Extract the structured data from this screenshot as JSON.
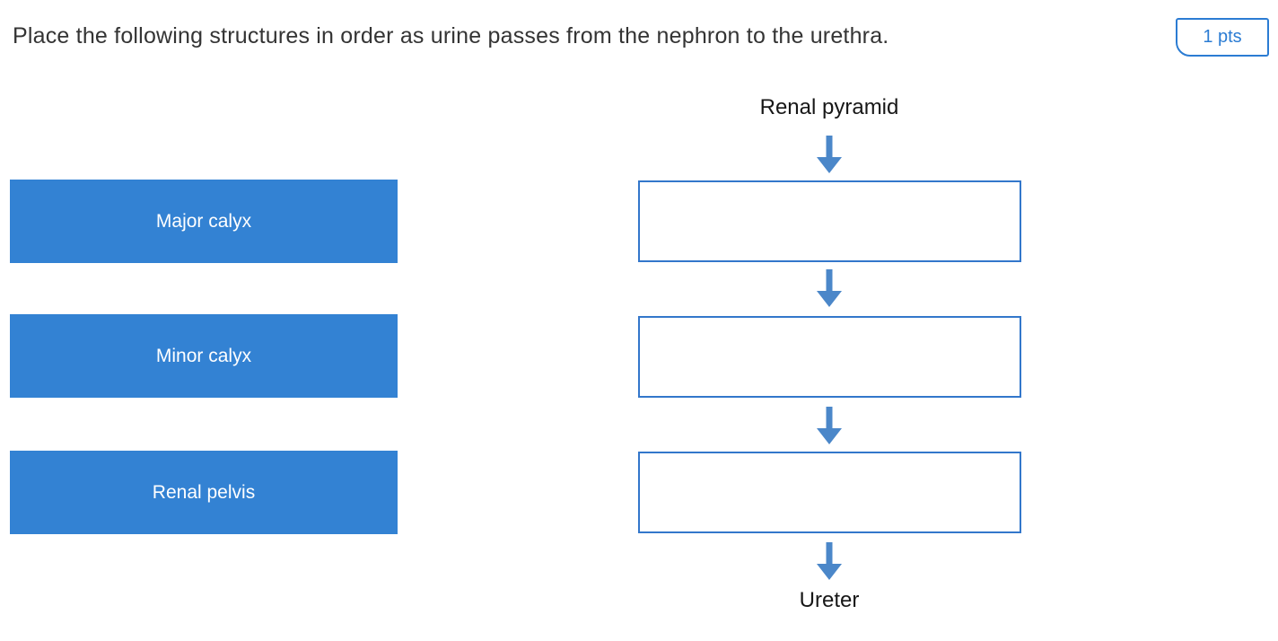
{
  "question": {
    "prompt": "Place the following structures in order as urine passes from the nephron to the urethra.",
    "points_label": "1 pts"
  },
  "bank": {
    "items": [
      {
        "label": "Major calyx"
      },
      {
        "label": "Minor calyx"
      },
      {
        "label": "Renal pelvis"
      }
    ]
  },
  "flow": {
    "start_label": "Renal pyramid",
    "end_label": "Ureter",
    "drop_slots": [
      {
        "value": ""
      },
      {
        "value": ""
      },
      {
        "value": ""
      }
    ]
  },
  "icons": {
    "arrow_down": "arrow-down-icon"
  },
  "colors": {
    "tile_fill": "#3382d3",
    "tile_text": "#ffffff",
    "slot_border": "#3377cb",
    "arrow": "#4b87c9",
    "badge_border": "#2b7cd3",
    "badge_text": "#2b7cd3",
    "title_text": "#343434",
    "flow_label_text": "#171717",
    "background": "#ffffff"
  }
}
